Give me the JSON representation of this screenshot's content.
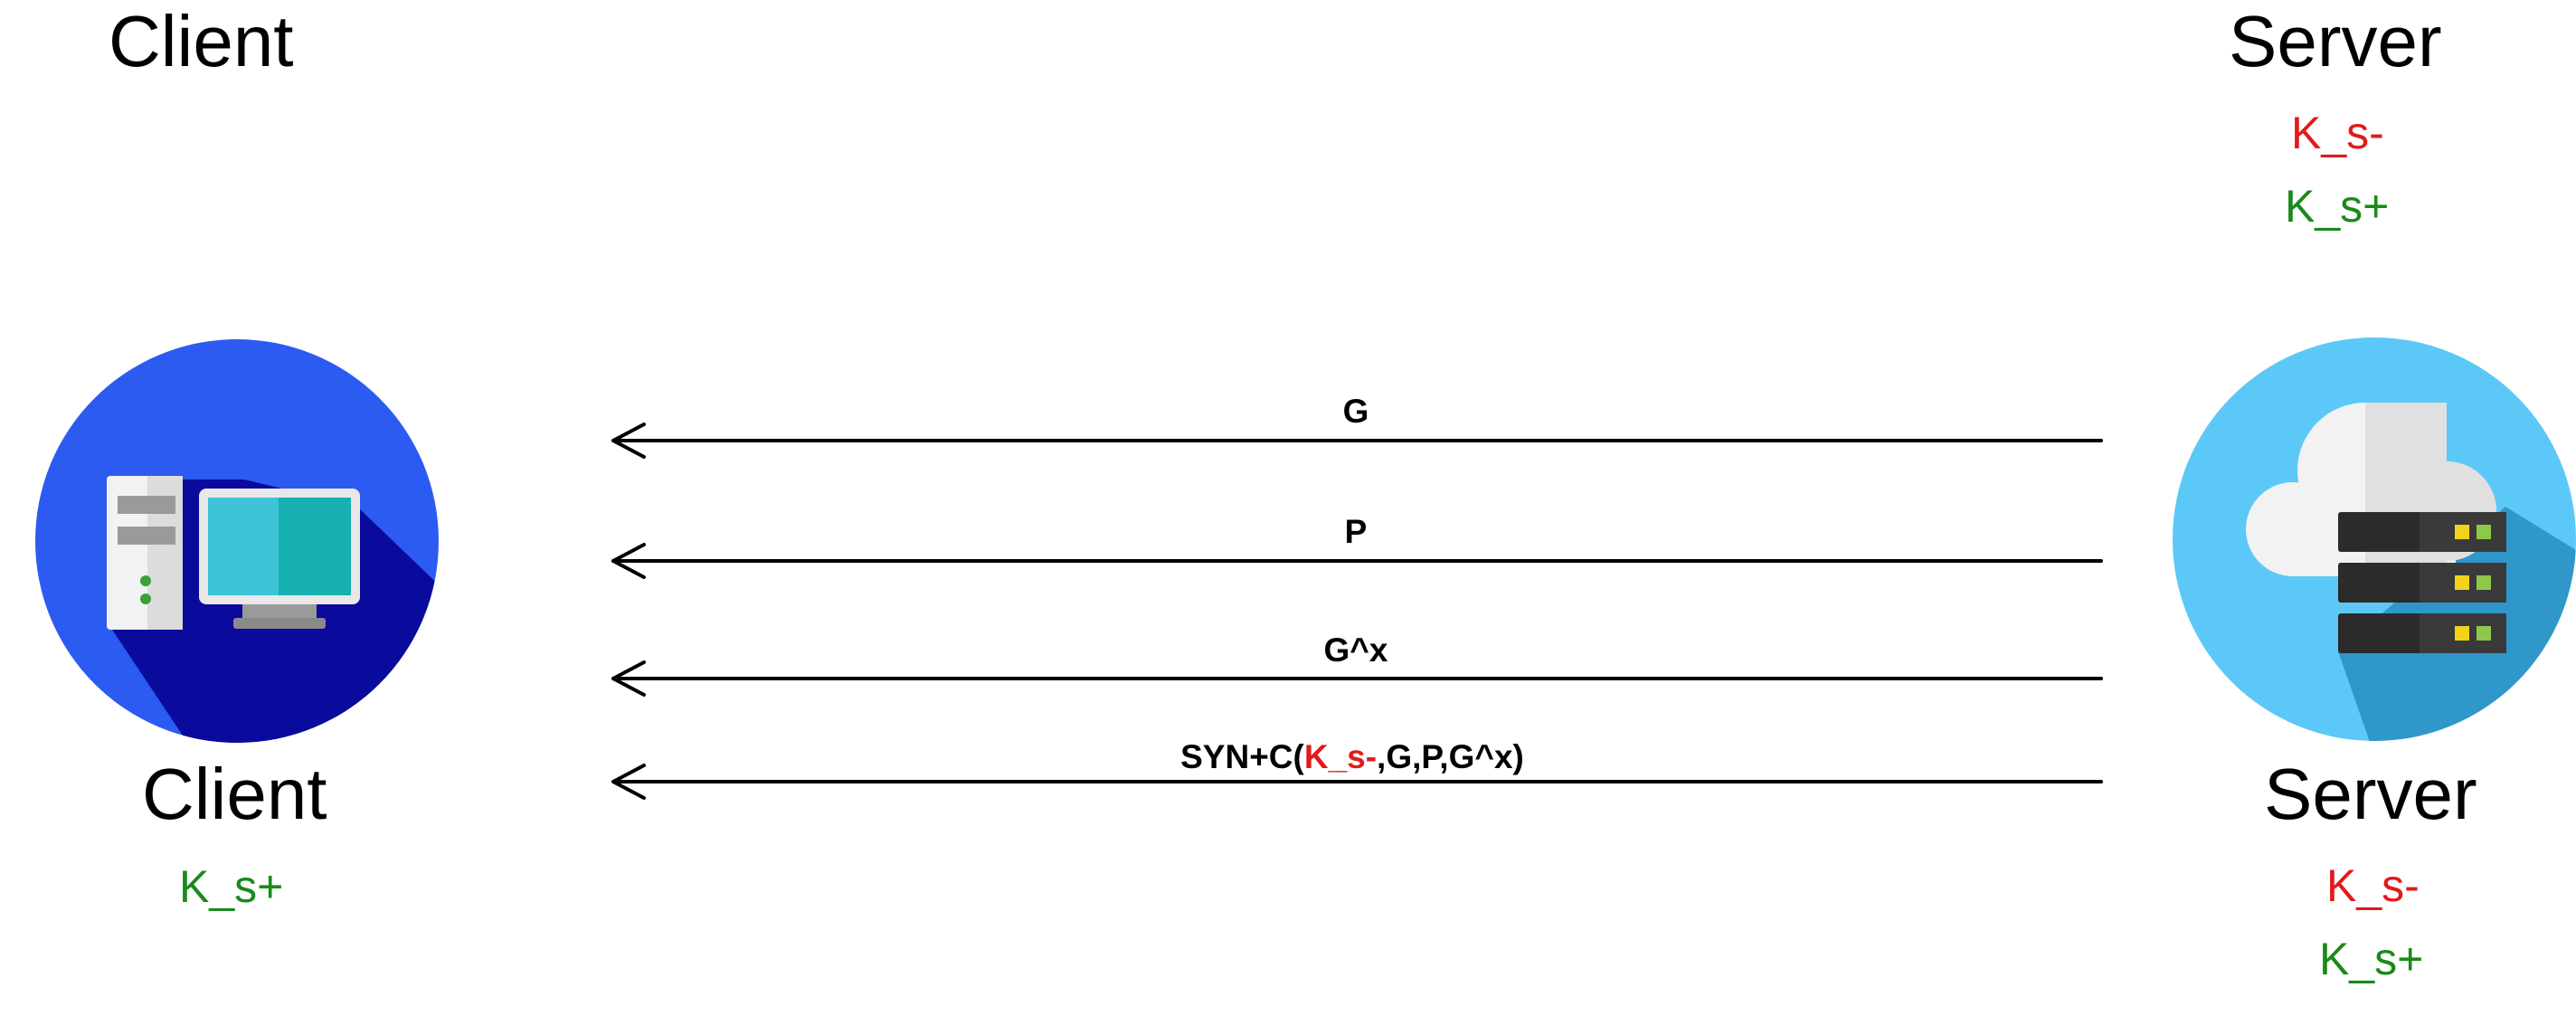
{
  "top": {
    "client_label": "Client",
    "server_label": "Server",
    "server_key_private": "K_s-",
    "server_key_public": "K_s+"
  },
  "client": {
    "label": "Client",
    "key_public": "K_s+"
  },
  "server": {
    "label": "Server",
    "key_private": "K_s-",
    "key_public": "K_s+"
  },
  "messages": [
    {
      "label": "G"
    },
    {
      "label": "P"
    },
    {
      "label": "G^x"
    },
    {
      "label_prefix": "SYN+C(",
      "label_key": "K_s-",
      "label_suffix": ",G,P,G^x)"
    }
  ],
  "colors": {
    "private_key": "#e01b1b",
    "public_key": "#1a8a1a",
    "client_circle": "#2c5bf2",
    "client_shadow": "#0a0a9c",
    "server_circle": "#5cc8f7",
    "server_shadow": "#2f97c9"
  },
  "icons": {
    "client": "desktop-computer-icon",
    "server": "cloud-server-icon"
  }
}
